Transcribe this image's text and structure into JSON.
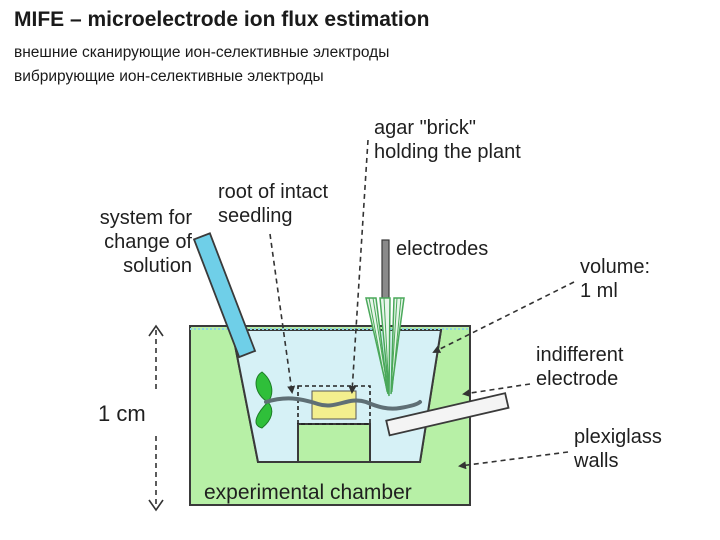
{
  "header": {
    "title": "MIFE – microelectrode ion flux estimation",
    "subtitle_1": "внешние сканирующие ион-селективные электроды",
    "subtitle_2": "вибрирующие ион-селективные электроды"
  },
  "labels": {
    "agar_line1": "agar \"brick\"",
    "agar_line2": "holding the plant",
    "root_line1": "root of intact",
    "root_line2": "seedling",
    "system_line1": "system for",
    "system_line2": "change of",
    "system_line3": "solution",
    "electrodes": "electrodes",
    "volume_line1": "volume:",
    "volume_line2": "1 ml",
    "indifferent_line1": "indifferent",
    "indifferent_line2": "electrode",
    "plexiglass_line1": "plexiglass",
    "plexiglass_line2": "walls",
    "scale": "1 cm",
    "chamber": "experimental chamber"
  },
  "colors": {
    "chamber_wall": "#b7f0a6",
    "solution": "#d6f1f6",
    "solution_line": "#8ad3e3",
    "tube": "#6fcfe8",
    "leaf": "#2fbf3a",
    "agar": "#f3ef8e",
    "root": "#5f6f75",
    "electrode_stripes": "#4aa85a",
    "indifferent_electrode": "#f4f4f4",
    "outline": "#3a3a3a"
  }
}
